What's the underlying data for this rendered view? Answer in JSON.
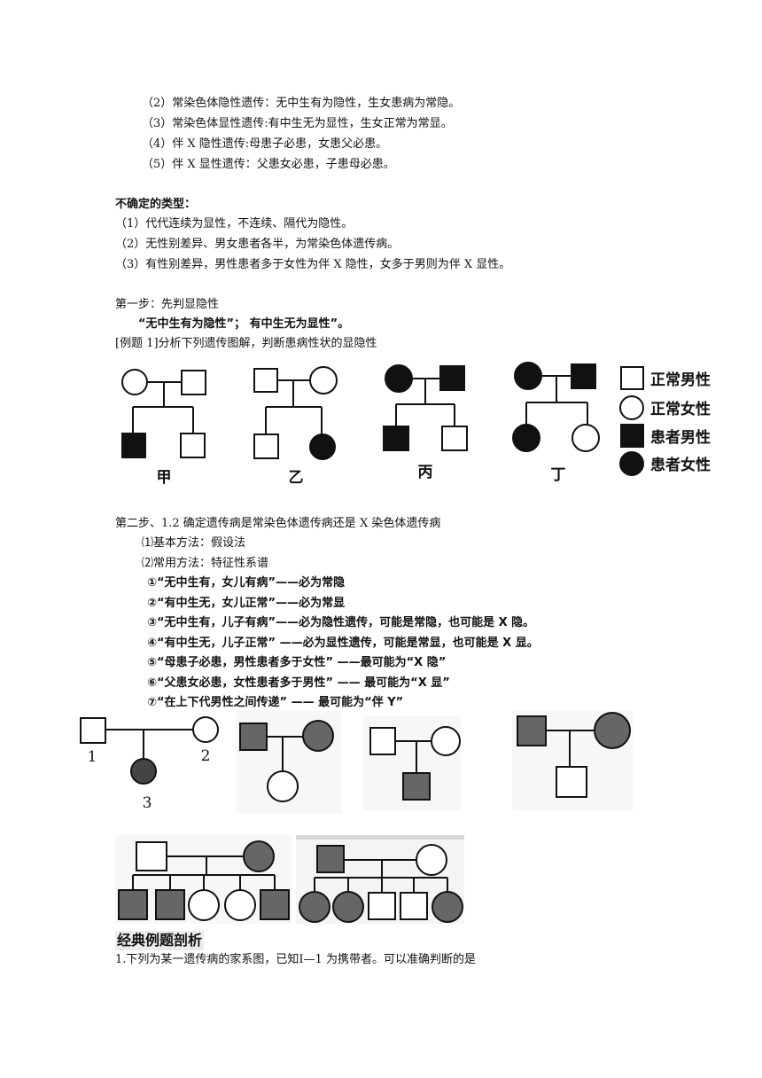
{
  "rules": [
    "（2）常染色体隐性遗传：无中生有为隐性，生女患病为常隐。",
    "（3）常染色体显性遗传:有中生无为显性，生女正常为常显。",
    "（4）伴 X 隐性遗传:母患子必患，女患父必患。",
    "（5）伴 X 显性遗传：父患女必患，子患母必患。"
  ],
  "uncertain": {
    "title": "不确定的类型：",
    "items": [
      "（1）代代连续为显性，不连续、隔代为隐性。",
      "（2）无性别差异、男女患者各半，为常染色体遗传病。",
      "（3）有性别差异，男性患者多于女性为伴 X 隐性，女多于男则为伴 X 显性。"
    ]
  },
  "step1": {
    "title": "第一步：先判显隐性",
    "motto": "“无中生有为隐性”； 有中生无为显性”。",
    "example": "[例题 1]分析下列遗传图解，判断患病性状的显隐性"
  },
  "figure1": {
    "labels": [
      "甲",
      "乙",
      "丙",
      "丁"
    ],
    "legend": [
      "正常男性",
      "正常女性",
      "患者男性",
      "患者女性"
    ]
  },
  "step2": {
    "title": "第二步、1.2 确定遗传病是常染色体遗传病还是 X 染色体遗传病",
    "method1": "⑴基本方法：假设法",
    "method2": "⑵常用方法：特征性系谱",
    "points": [
      "①“无中生有，女儿有病”——必为常隐",
      "②“有中生无，女儿正常”——必为常显",
      "③“无中生有，儿子有病”——必为隐性遗传，可能是常隐，也可能是 X 隐。",
      "④“有中生无，儿子正常”  ——必为显性遗传，可能是常显，也可能是 X 显。",
      "⑤“母患子必患，男性患者多于女性”      ——最可能为“X 隐”",
      "⑥“父患女必患，女性患者多于男性”      ——  最可能为“X 显”",
      "⑦“在上下代男性之间传递”       ——  最可能为“伴 Y”"
    ]
  },
  "figure2": {
    "numbers": [
      "1",
      "2",
      "3"
    ]
  },
  "classic": {
    "title": "经典例题剖析",
    "q1": "1.下列为某一遗传病的家系图，已知Ⅰ—1 为携带者。可以准确判断的是"
  }
}
